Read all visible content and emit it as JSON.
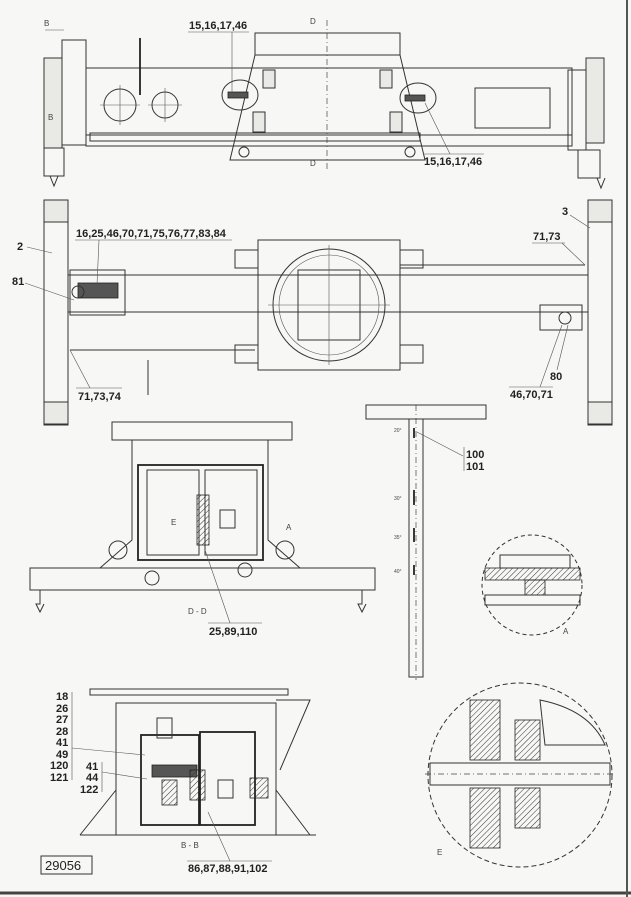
{
  "drawing_number": "29056",
  "top_view": {
    "section_marks": [
      "B",
      "B",
      "D",
      "D"
    ],
    "callout_top": "15,16,17,46",
    "callout_bottom": "15,16,17,46"
  },
  "plan_view": {
    "callouts": {
      "c3": "3",
      "c2": "2",
      "c_group_left": "16,25,46,70,71,75,76,77,83,84",
      "c_71_73": "71,73",
      "c81": "81",
      "c80": "80",
      "c_71_73_74": "71,73,74",
      "c_46_70_71": "46,70,71"
    }
  },
  "section_dd": {
    "title": "D - D",
    "detail_e": "E",
    "detail_a": "A",
    "callout": "25,89,110"
  },
  "gauge": {
    "angles": [
      "20°",
      "30°",
      "35°",
      "40°"
    ],
    "callouts": [
      "100",
      "101"
    ]
  },
  "detail_a": {
    "label": "A"
  },
  "section_bb": {
    "title": "B - B",
    "callouts_left": [
      "18",
      "26",
      "27",
      "28",
      "41",
      "49",
      "120",
      "121"
    ],
    "callouts_inner": [
      "41",
      "44",
      "122"
    ],
    "callout_bottom": "86,87,88,91,102"
  },
  "detail_e": {
    "label": "E"
  }
}
